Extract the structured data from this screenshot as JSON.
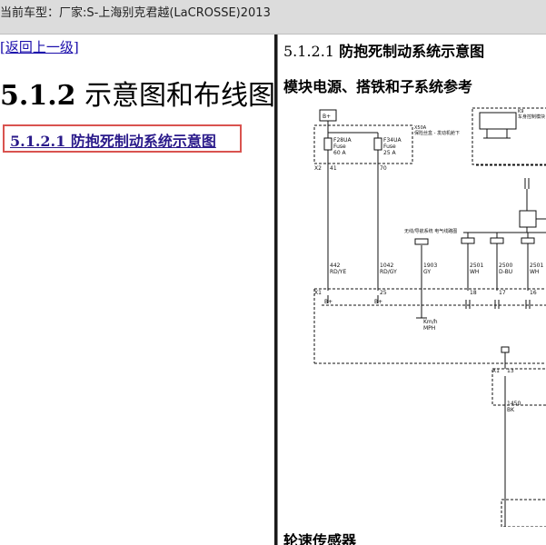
{
  "header": {
    "vehicle_label": "当前车型：",
    "vehicle_value": "厂家:S-上海别克君越(LaCROSSE)2013"
  },
  "left": {
    "back_link": "[返回上一级]",
    "section_number": "5.1.2",
    "section_title": "示意图和布线图",
    "toc_link": "5.1.2.1 防抱死制动系统示意图"
  },
  "right": {
    "doc_number": "5.1.2.1",
    "doc_title": "防抱死制动系统示意图",
    "subtitle": "模块电源、搭铁和子系统参考",
    "bottom_heading": "轮速传感器"
  },
  "diagram": {
    "bplus_top": "B+",
    "fusebox_code": "X50A",
    "fusebox_name": "保险丝盒 - 发动机舱下",
    "module_code": "K9",
    "module_name": "车身控制模块",
    "fuse1_id": "F28UA",
    "fuse1_type": "Fuse",
    "fuse1_rating": "60 A",
    "fuse2_id": "F34UA",
    "fuse2_type": "Fuse",
    "fuse2_rating": "25 A",
    "conn_x2": "X2",
    "pin_41": "41",
    "pin_70": "70",
    "wire1": "442",
    "wire1_color": "RD/YE",
    "wire2": "1042",
    "wire2_color": "RD/GY",
    "wire3": "1903",
    "wire3_color": "GY",
    "wire4": "2501",
    "wire4_color": "WH",
    "wire5": "2500",
    "wire5_color": "D-BU",
    "wire6": "2501",
    "wire6_color": "WH",
    "nav_label": "无线/导航系统 电气线路图",
    "conn_x1": "X1",
    "pin_25": "25",
    "pin_18": "18",
    "pin_17": "17",
    "pin_16": "16",
    "bplus_1": "B+",
    "bplus_2": "B+",
    "kmh_label": "Km/h",
    "mph_label": "MPH",
    "conn_x1b": "X1",
    "pin_13": "13",
    "wire7": "1450",
    "wire7_color": "BK"
  }
}
